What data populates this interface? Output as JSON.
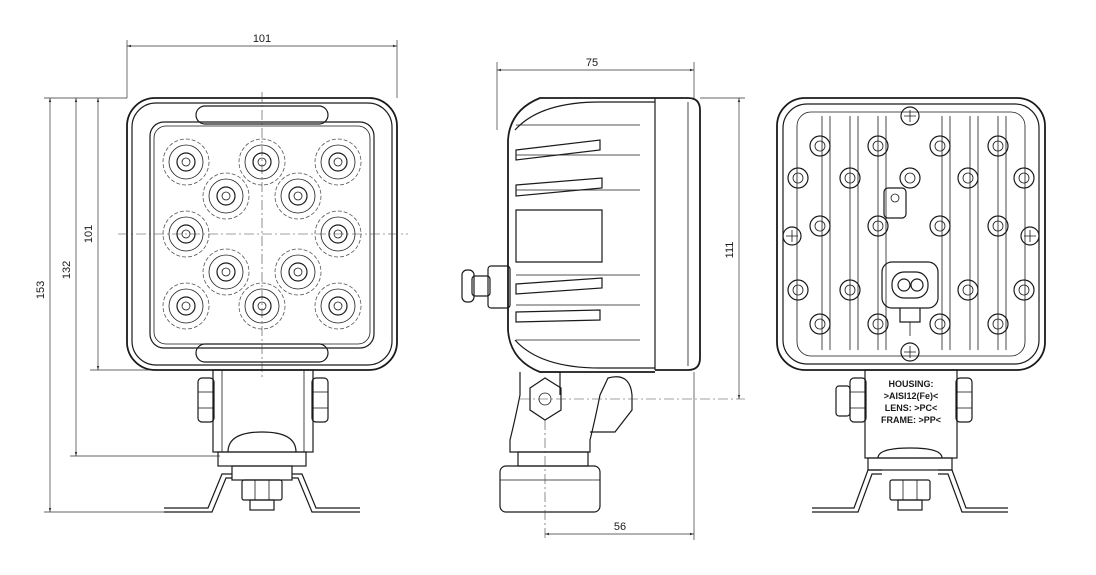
{
  "dimensions": {
    "front_width": "101",
    "front_lens_height": "101",
    "front_height_132": "132",
    "front_height_153": "153",
    "side_depth": "75",
    "side_height": "111",
    "side_bracket_offset": "56"
  },
  "material_label": {
    "line1": "HOUSING:",
    "line2": ">AISI12(Fe)<",
    "line3": "LENS: >PC<",
    "line4": "FRAME: >PP<"
  }
}
